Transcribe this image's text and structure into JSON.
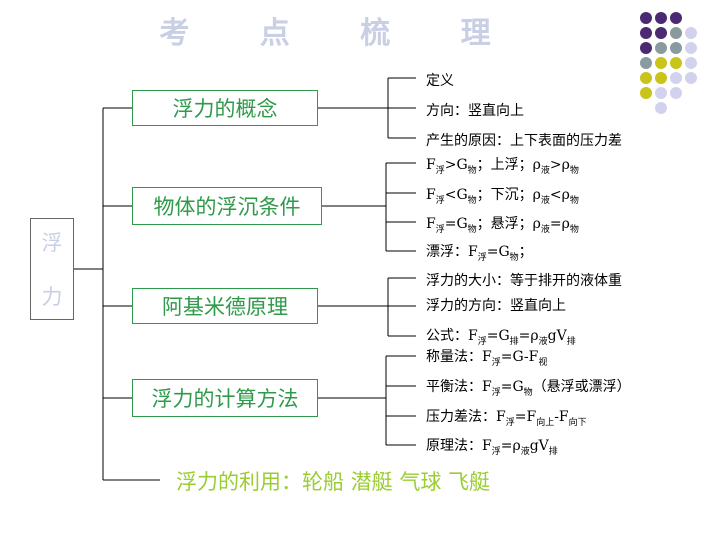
{
  "title": "考 点 梳 理",
  "root": {
    "chars": [
      "浮",
      "力"
    ]
  },
  "branches": [
    {
      "label": "浮力的概念",
      "leaves": [
        "定义",
        "方向：竖直向上",
        "产生的原因：上下表面的压力差"
      ]
    },
    {
      "label": "物体的浮沉条件",
      "leaves": [
        {
          "pre": "F",
          "s1": "浮",
          "m1": ">G",
          "s2": "物",
          "m2": "；上浮；ρ",
          "s3": "液",
          "m3": ">ρ",
          "s4": "物"
        },
        {
          "pre": "F",
          "s1": "浮",
          "m1": "<G",
          "s2": "物",
          "m2": "；下沉；ρ",
          "s3": "液",
          "m3": "<ρ",
          "s4": "物"
        },
        {
          "pre": "F",
          "s1": "浮",
          "m1": "=G",
          "s2": "物",
          "m2": "；悬浮；ρ",
          "s3": "液",
          "m3": "=ρ",
          "s4": "物"
        },
        {
          "pre": "漂浮：F",
          "s1": "浮",
          "m1": "=G",
          "s2": "物",
          "m2": "；",
          "s3": "",
          "m3": "",
          "s4": ""
        }
      ]
    },
    {
      "label": "阿基米德原理",
      "leaves": [
        "浮力的大小：等于排开的液体重",
        "浮力的方向：竖直向上",
        {
          "pre": "公式：F",
          "s1": "浮",
          "m1": "=G",
          "s2": "排",
          "m2": "=ρ",
          "s3": "液",
          "m3": "gV",
          "s4": "排"
        }
      ]
    },
    {
      "label": "浮力的计算方法",
      "leaves": [
        {
          "pre": "称量法：F",
          "s1": "浮",
          "m1": "=G-F",
          "s2": "视",
          "m2": "",
          "s3": "",
          "m3": "",
          "s4": ""
        },
        {
          "pre": "平衡法：F",
          "s1": "浮",
          "m1": "=G",
          "s2": "物",
          "m2": "（悬浮或漂浮）",
          "s3": "",
          "m3": "",
          "s4": ""
        },
        {
          "pre": "压力差法：F",
          "s1": "浮",
          "m1": "=F",
          "s2": "向上",
          "m2": "-F",
          "s3": "向下",
          "m3": "",
          "s4": ""
        },
        {
          "pre": "原理法：F",
          "s1": "浮",
          "m1": "=ρ",
          "s2": "液",
          "m2": "gV",
          "s3": "排",
          "m3": "",
          "s4": ""
        }
      ]
    }
  ],
  "bottom_item": "浮力的利用：轮船 潜艇 气球 飞艇",
  "colors": {
    "box_border": "#2f9a4a",
    "box_text": "#2f9a4a",
    "title": "#c9cfe4",
    "bottom": "#9acd32",
    "dot_purple": "#4b2a73",
    "dot_gray": "#8a9ba0",
    "dot_olive": "#c8c41a",
    "dot_lavender": "#d2d2ee"
  }
}
